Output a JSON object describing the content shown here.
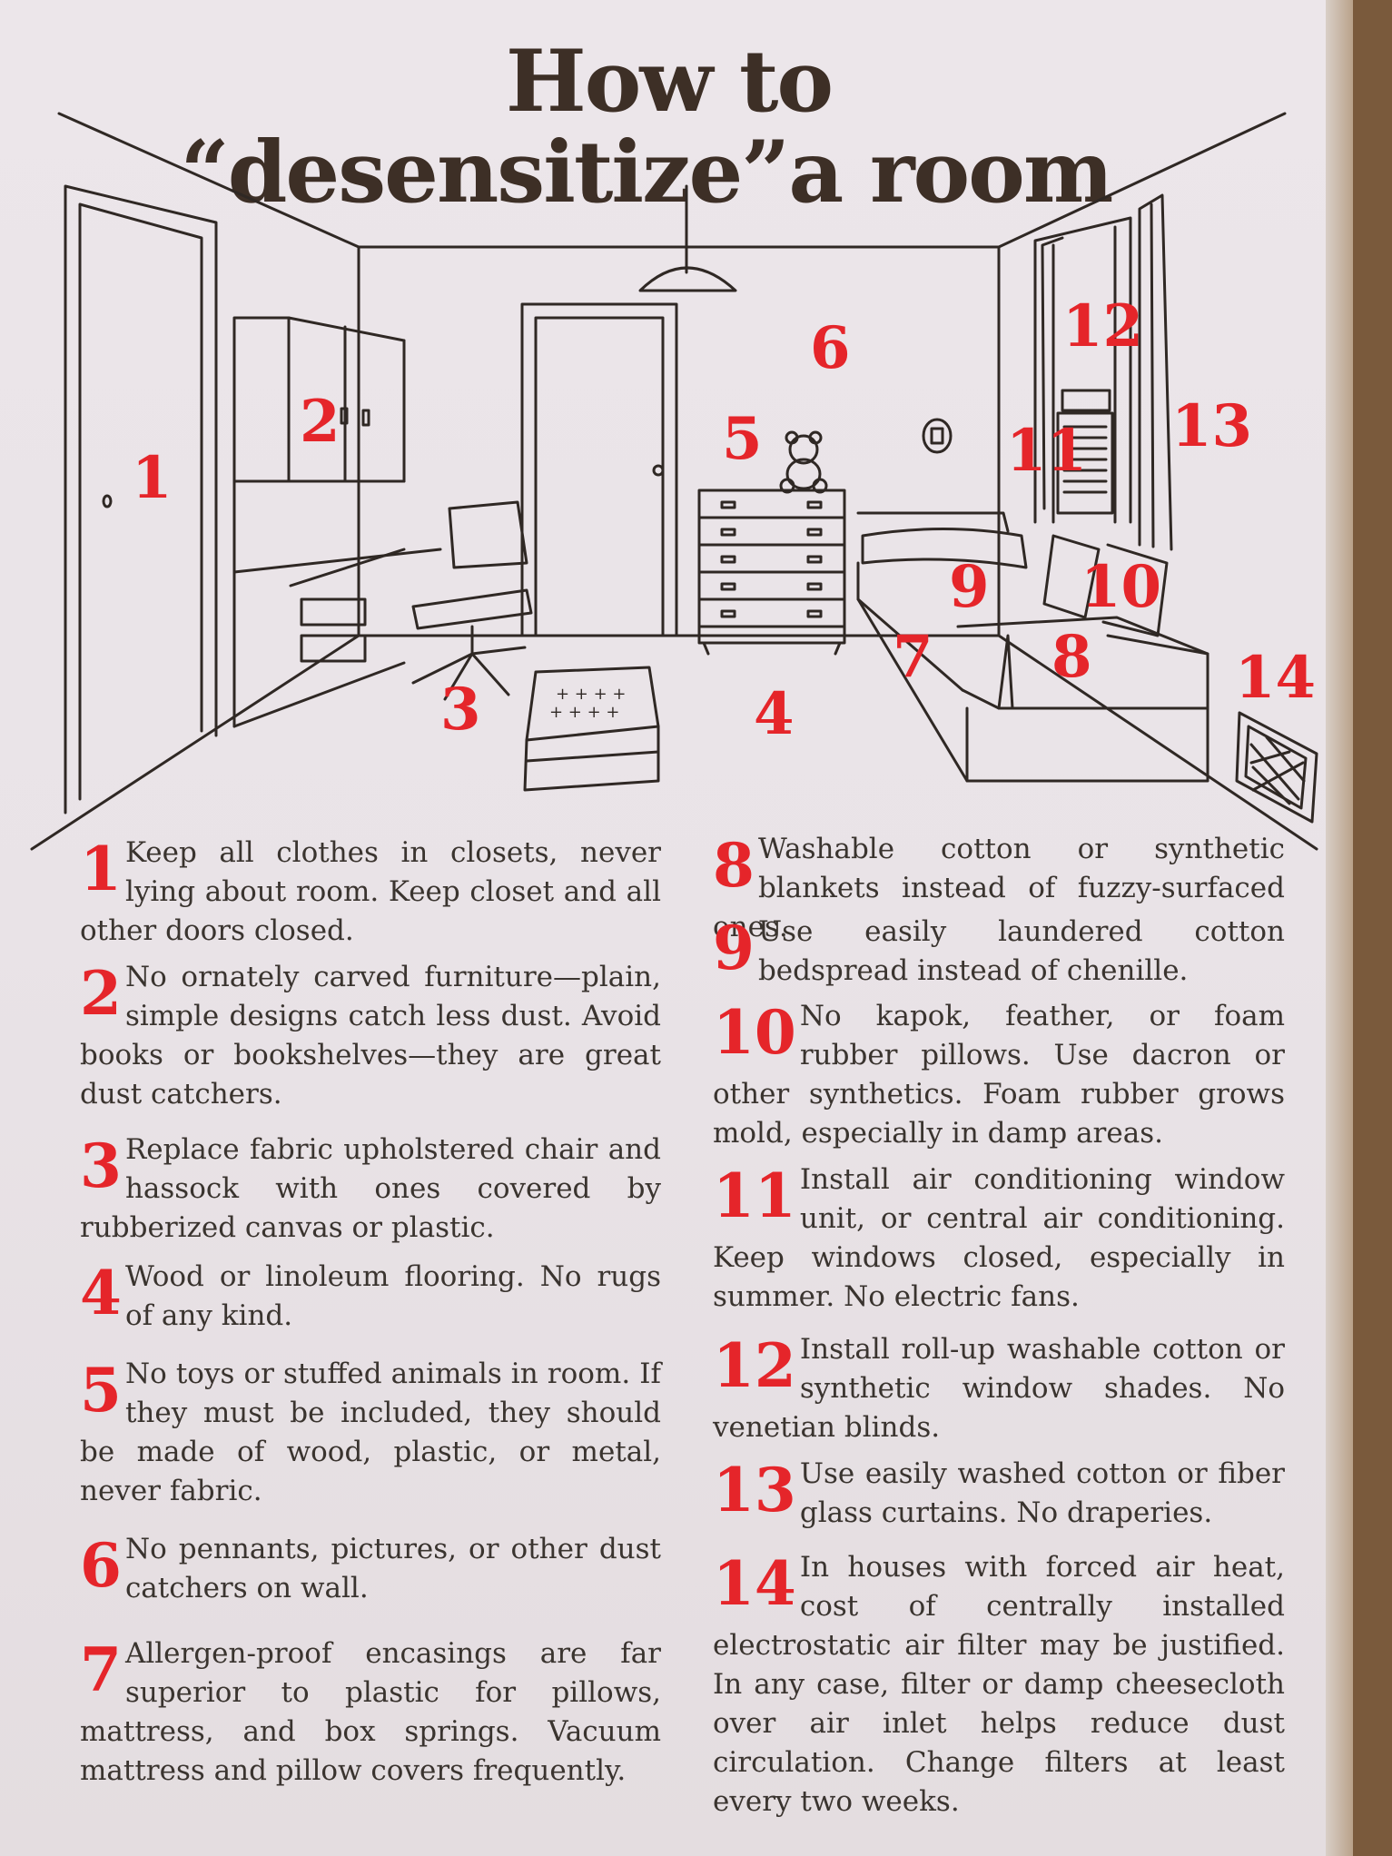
{
  "title": {
    "line1": "How to",
    "line2": "“desensitize”a room"
  },
  "callouts": [
    "1",
    "2",
    "3",
    "4",
    "5",
    "6",
    "7",
    "8",
    "9",
    "10",
    "11",
    "12",
    "13",
    "14"
  ],
  "items": [
    {
      "num": "1",
      "text": "Keep all clothes in closets, never lying about room. Keep closet and all other doors closed."
    },
    {
      "num": "2",
      "text": "No ornately carved furniture—plain, simple designs catch less dust. Avoid books or bookshelves—they are great dust catchers."
    },
    {
      "num": "3",
      "text": "Replace fabric upholstered chair and hassock with ones covered by rubberized canvas or plastic."
    },
    {
      "num": "4",
      "text": "Wood or linoleum flooring. No rugs of any kind."
    },
    {
      "num": "5",
      "text": "No toys or stuffed animals in room. If they must be included, they should be made of wood, plastic, or metal, never fabric."
    },
    {
      "num": "6",
      "text": "No pennants, pictures, or other dust catchers on wall."
    },
    {
      "num": "7",
      "text": "Allergen-proof encasings are far superior to plastic for pillows, mattress, and box springs. Vacuum mattress and pillow covers frequently."
    },
    {
      "num": "8",
      "text": "Washable cotton or synthetic blankets instead of fuzzy-surfaced ones."
    },
    {
      "num": "9",
      "text": "Use easily laundered cotton bedspread instead of chenille."
    },
    {
      "num": "10",
      "text": "No kapok, feather, or foam rubber pillows. Use dacron or other synthetics. Foam rubber grows mold, especially in damp areas."
    },
    {
      "num": "11",
      "text": "Install air conditioning window unit, or central air conditioning. Keep windows closed, especially in summer. No electric fans."
    },
    {
      "num": "12",
      "text": "Install roll-up washable cotton or synthetic window shades. No venetian blinds."
    },
    {
      "num": "13",
      "text": "Use easily washed cotton or fiber glass curtains. No draperies."
    },
    {
      "num": "14",
      "text": "In houses with forced air heat, cost of centrally installed electrostatic air filter may be justified. In any case, filter or damp cheesecloth over air inlet helps reduce dust circulation. Change filters at least every two weeks."
    }
  ]
}
